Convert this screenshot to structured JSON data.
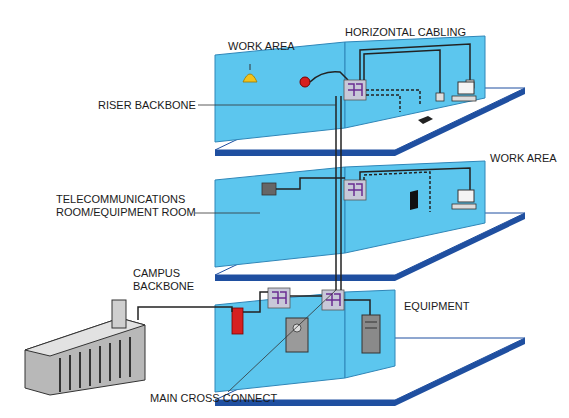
{
  "diagram": {
    "labels": [
      "WORK AREA",
      "HORIZONTAL CABLING",
      "RISER BACKBONE",
      "WORK AREA",
      "TELECOMMUNICATIONS ROOM/EQUIPMENT ROOM",
      "CAMPUS BACKBONE",
      "EQUIPMENT",
      "MAIN CROSS CONNECT"
    ]
  }
}
